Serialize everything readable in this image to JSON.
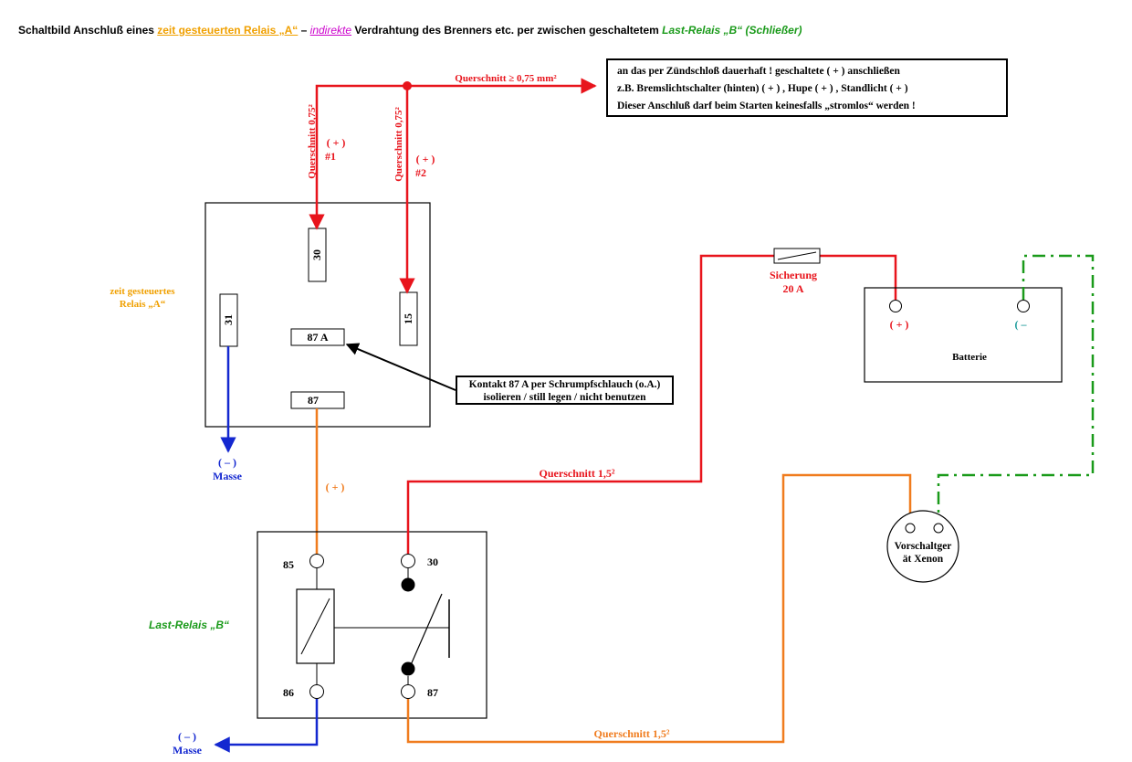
{
  "title": {
    "part1": "Schaltbild Anschluß eines ",
    "part2": "zeit gesteuerten  Relais „A“",
    "part3": "  –  ",
    "part4": "indirekte",
    "part5": "  Verdrahtung des Brenners etc. per zwischen geschaltetem  ",
    "part6": "Last-Relais „B“ (Schließer)"
  },
  "notes": {
    "ignition_lines": [
      "an das per Zündschloß dauerhaft ! geschaltete ( + ) anschließen",
      "z.B. Bremslichtschalter (hinten) ( + ) , Hupe ( + ) , Standlicht ( + )",
      "Dieser Anschluß darf beim Starten keinesfalls „stromlos“ werden !"
    ],
    "contact87a_lines": [
      "Kontakt 87 A per Schrumpfschlauch (o.A.)",
      "isolieren / still legen / nicht benutzen"
    ]
  },
  "labels": {
    "cross_section_top": "Querschnitt ≥ 0,75 mm²",
    "cross_section_075": "Querschnitt 0,75²",
    "plus": "( + )",
    "hash1": "#1",
    "hash2": "#2",
    "relay_a_line1": "zeit gesteuertes",
    "relay_a_line2": "Relais „A“",
    "relay_b": "Last-Relais „B“",
    "pin30": "30",
    "pin31": "31",
    "pin15": "15",
    "pin87a": "87 A",
    "pin87": "87",
    "pin85": "85",
    "pin86": "86",
    "minus": "( – )",
    "ground": "Masse",
    "fuse_line1": "Sicherung",
    "fuse_line2": "20 A",
    "battery": "Batterie",
    "battery_plus": "( + )",
    "battery_minus": "( –",
    "cross_section_15": "Querschnitt 1,5²",
    "ballast_line1": "Vorschaltger",
    "ballast_line2": "ät Xenon"
  },
  "colors": {
    "red": "#e8141c",
    "orange": "#f07c1e",
    "blue": "#1428d0",
    "green": "#1a9a1a",
    "relay_a_label": "#f0a000",
    "black": "#000000"
  }
}
